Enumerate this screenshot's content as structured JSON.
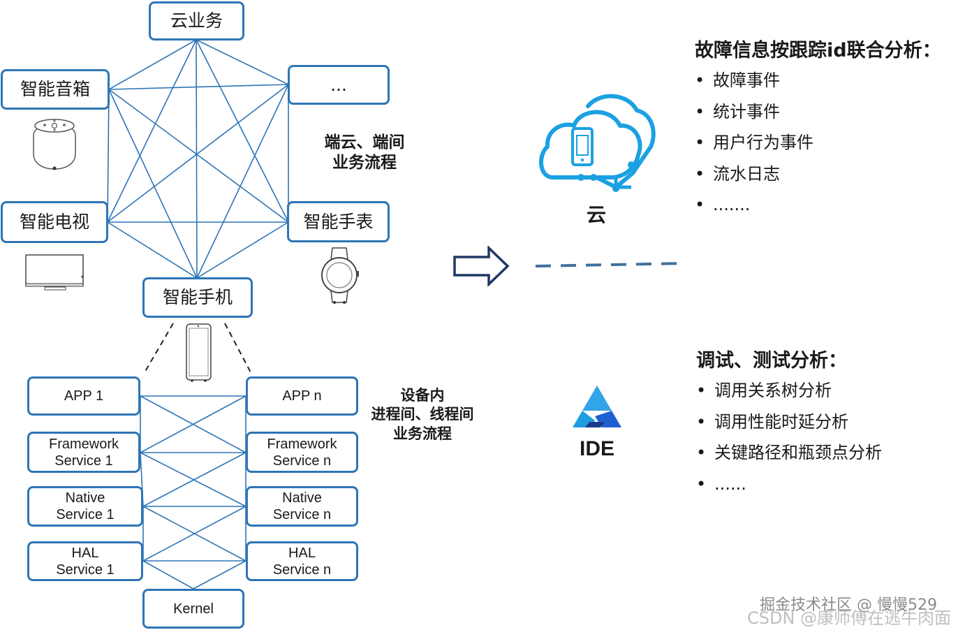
{
  "network": {
    "cloud_service": "云业务",
    "smart_speaker": "智能音箱",
    "more": "...",
    "smart_tv": "智能电视",
    "smart_watch": "智能手表",
    "smart_phone": "智能手机",
    "edge_label": "端云、端间\n业务流程"
  },
  "device_stack": {
    "label": "设备内\n进程间、线程间\n业务流程",
    "left": [
      "APP 1",
      "Framework\nService 1",
      "Native\nService 1",
      "HAL\nService 1"
    ],
    "right": [
      "APP n",
      "Framework\nService n",
      "Native\nService n",
      "HAL\nService n"
    ],
    "kernel": "Kernel"
  },
  "cloud": {
    "label": "云",
    "title": "故障信息按跟踪id联合分析：",
    "items": [
      "故障事件",
      "统计事件",
      "用户行为事件",
      "流水日志",
      "......."
    ]
  },
  "ide": {
    "label": "IDE",
    "title": "调试、测试分析：",
    "items": [
      "调用关系树分析",
      "调用性能时延分析",
      "关键路径和瓶颈点分析",
      "......"
    ]
  },
  "watermark": {
    "line1": "掘金技术社区 @ 慢慢529",
    "line2": "CSDN @康师傅在逃牛肉面"
  },
  "colors": {
    "border_blue": "#2e75b6",
    "cloud_blue": "#1ba1e2",
    "dash_blue": "#41719c",
    "arrow_navy": "#1f3864"
  }
}
